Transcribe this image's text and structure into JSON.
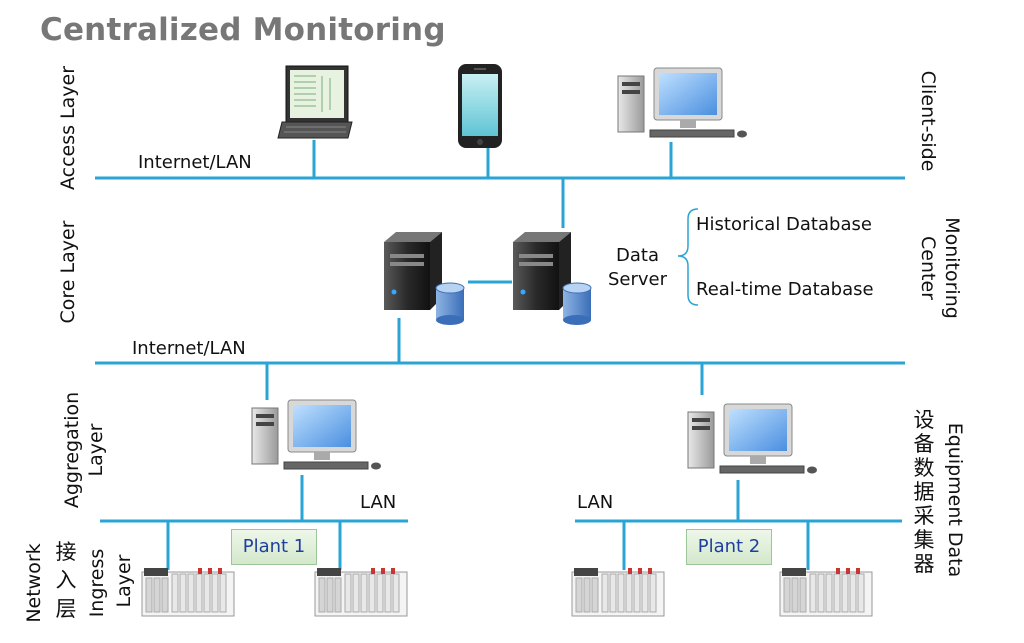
{
  "title": "Centralized Monitoring",
  "left_layers": {
    "access": "Access Layer",
    "core": "Core Layer",
    "aggregation": [
      "Aggregation",
      "Layer"
    ],
    "network_ingress": [
      "Network",
      "接",
      "层",
      "入",
      "Ingress",
      "Layer"
    ]
  },
  "right_labels": {
    "client_side": "Client-side",
    "monitoring_center": [
      "Monitoring",
      "Center"
    ],
    "equipment_data": "Equipment Data",
    "equipment_cn": [
      "设",
      "备",
      "数",
      "据",
      "采",
      "集",
      "器"
    ]
  },
  "network_labels": {
    "top": "Internet/LAN",
    "middle": "Internet/LAN",
    "lan_left": "LAN",
    "lan_right": "LAN"
  },
  "data_server": [
    "Data",
    "Server"
  ],
  "databases": {
    "historical": "Historical Database",
    "realtime": "Real-time Database"
  },
  "plants": [
    "Plant 1",
    "Plant 2"
  ],
  "colors": {
    "line": "#2aa4d4",
    "title": "#777777",
    "plant_text": "#1f3fa0"
  },
  "icons": [
    "laptop-icon",
    "smartphone-icon",
    "desktop-computer-icon",
    "server-icon",
    "database-icon",
    "plc-rack-icon"
  ]
}
